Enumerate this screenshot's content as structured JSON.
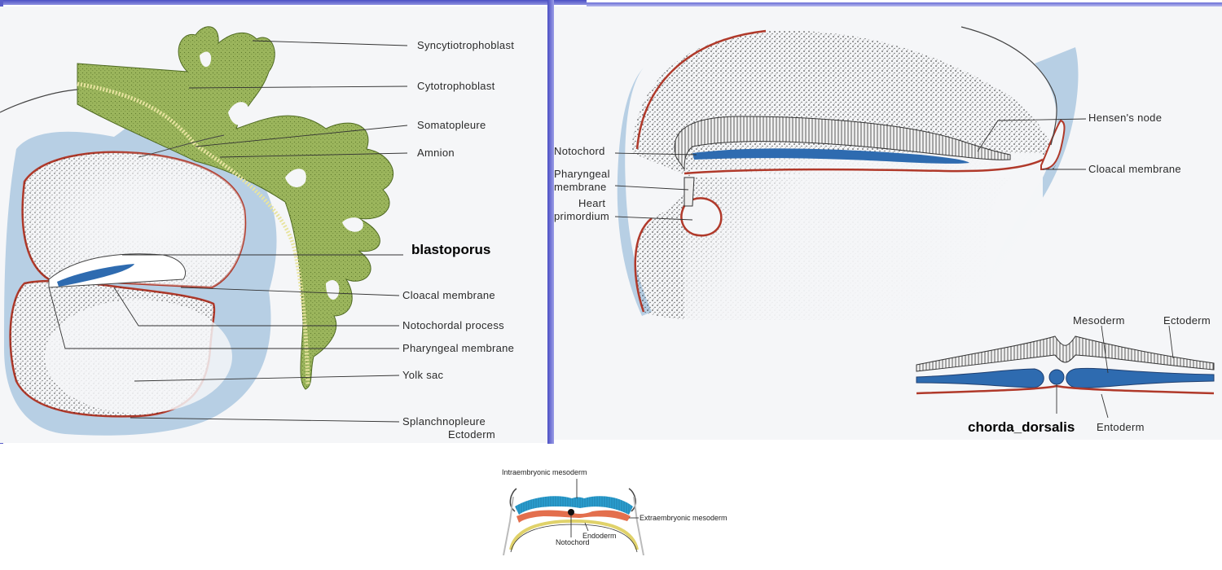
{
  "colors": {
    "paper": "#f5f6f8",
    "fluid_blue": "#b7cfe4",
    "trophoblast_green": "#9bb55c",
    "membrane_red": "#b0392a",
    "notochord_blue": "#2e6bb0",
    "bottom_ecto_blue": "#2b9fd0",
    "bottom_meso_orange": "#e36f4d",
    "bottom_endo_yellow": "#e0d26a",
    "frame_purple": "#4b4fc4"
  },
  "left_panel": {
    "labels": {
      "syncytiotrophoblast": "Syncytiotrophoblast",
      "cytotrophoblast": "Cytotrophoblast",
      "somatopleure": "Somatopleure",
      "amnion": "Amnion",
      "blastoporus": "blastoporus",
      "cloacal_membrane": "Cloacal membrane",
      "notochordal_process": "Notochordal process",
      "pharyngeal_membrane": "Pharyngeal membrane",
      "yolk_sac": "Yolk sac",
      "splanchnopleure": "Splanchnopleure",
      "ectoderm": "Ectoderm"
    }
  },
  "right_panel": {
    "labels": {
      "notochord": "Notochord",
      "pharyngeal_1": "Pharyngeal",
      "pharyngeal_2": "membrane",
      "heart_1": "Heart",
      "heart_2": "primordium",
      "hensens_node": "Hensen's node",
      "cloacal_membrane": "Cloacal membrane",
      "mesoderm": "Mesoderm",
      "ectoderm": "Ectoderm",
      "entoderm": "Entoderm",
      "chorda_dorsalis": "chorda_dorsalis"
    }
  },
  "bottom_panel": {
    "labels": {
      "intraembryonic_mesoderm": "Intraembryonic mesoderm",
      "extraembryonic_mesoderm": "Extraembryonic mesoderm",
      "endoderm": "Endoderm",
      "notochord": "Notochord"
    }
  }
}
